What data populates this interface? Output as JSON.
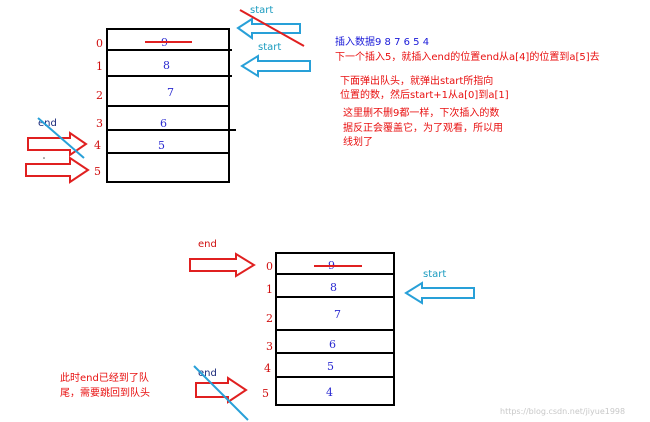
{
  "top": {
    "indices": [
      "0",
      "1",
      "2",
      "3",
      "4",
      "5"
    ],
    "values": [
      "9",
      "8",
      "7",
      "6",
      "5",
      ""
    ],
    "start_label_old": "start",
    "start_label_new": "start",
    "end_label": "end",
    "annotations": [
      "插入数据9 8 7 6 5 4",
      "下一个插入5，就插入end的位置end从a[4]的位置到a[5]去",
      "下面弹出队头，就弹出start所指向",
      "位置的数，然后start+1从a[0]到a[1]",
      "这里删不删9都一样，下次插入的数",
      "据反正会覆盖它，为了观看，所以用",
      "线划了"
    ]
  },
  "bottom": {
    "indices": [
      "0",
      "1",
      "2",
      "3",
      "4",
      "5"
    ],
    "values": [
      "9",
      "8",
      "7",
      "6",
      "5",
      "4"
    ],
    "end_label_top": "end",
    "end_label_old": "end",
    "start_label": "start",
    "annotations": [
      "此时end已经到了队",
      "尾，需要跳回到队头"
    ]
  },
  "watermark": "https://blog.csdn.net/jiyue1998"
}
